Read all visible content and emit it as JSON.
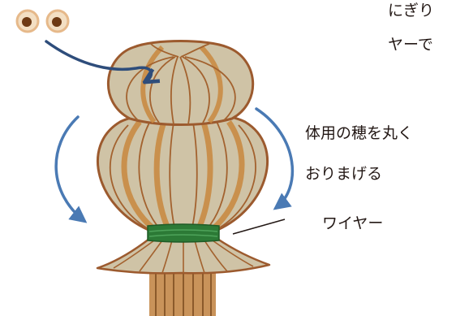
{
  "labels": {
    "instruction_line1": "にぎり",
    "instruction_line2": "ヤーで",
    "fold_line1": "体用の穂を丸く",
    "fold_line2": "おりまげる",
    "wire": "ワイヤー"
  },
  "colors": {
    "straw_fill": "#cfc3a6",
    "straw_outline": "#9c5a2e",
    "straw_stripe": "#c9883e",
    "straw_line": "#a3622f",
    "stem": "#b07a45",
    "wire_band": "#2c7a36",
    "arrow_blue": "#4a7ab4",
    "arrow_navy": "#2e4d7b",
    "eye_ring": "#e6b98a",
    "eye_pupil": "#6e3a14",
    "text": "#231815"
  },
  "icons": [
    "eyes-icon",
    "curved-arrow-icon",
    "rotate-arrow-icon"
  ]
}
